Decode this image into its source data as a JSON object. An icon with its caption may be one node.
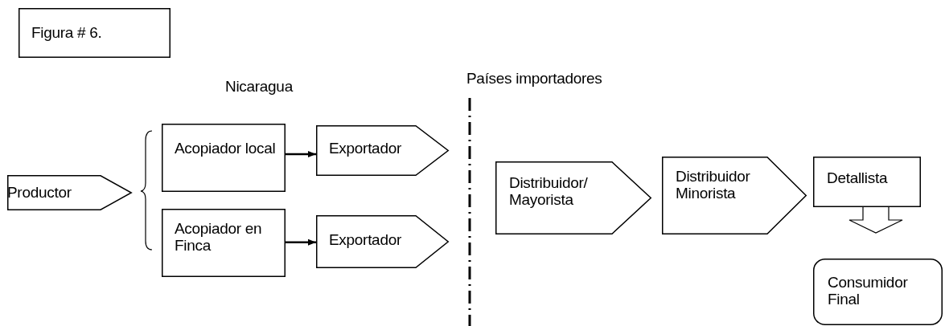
{
  "diagram": {
    "nodes": [
      {
        "text": [
          "Figura # 6."
        ]
      },
      {
        "text": [
          "Productor"
        ]
      },
      {
        "text": [
          "Acopiador local"
        ]
      },
      {
        "text": [
          "Exportador"
        ]
      },
      {
        "text": [
          "Acopiador en Finca"
        ]
      },
      {
        "text": [
          "Exportador"
        ]
      },
      {
        "text": [
          "Distribuidor/ Mayorista"
        ]
      },
      {
        "text": [
          "Distribuidor Minorista"
        ]
      },
      {
        "text": [
          "Detallista"
        ]
      },
      {
        "text": [
          "Consumidor Final"
        ]
      }
    ],
    "edges": [
      {
        "from": 2,
        "to": 3,
        "arrow": "to"
      },
      {
        "from": 4,
        "to": 5,
        "arrow": "to"
      },
      {
        "from": 8,
        "to": 9,
        "arrow": "to"
      }
    ],
    "labels": [
      "Nicaragua",
      "Países importadores"
    ]
  }
}
